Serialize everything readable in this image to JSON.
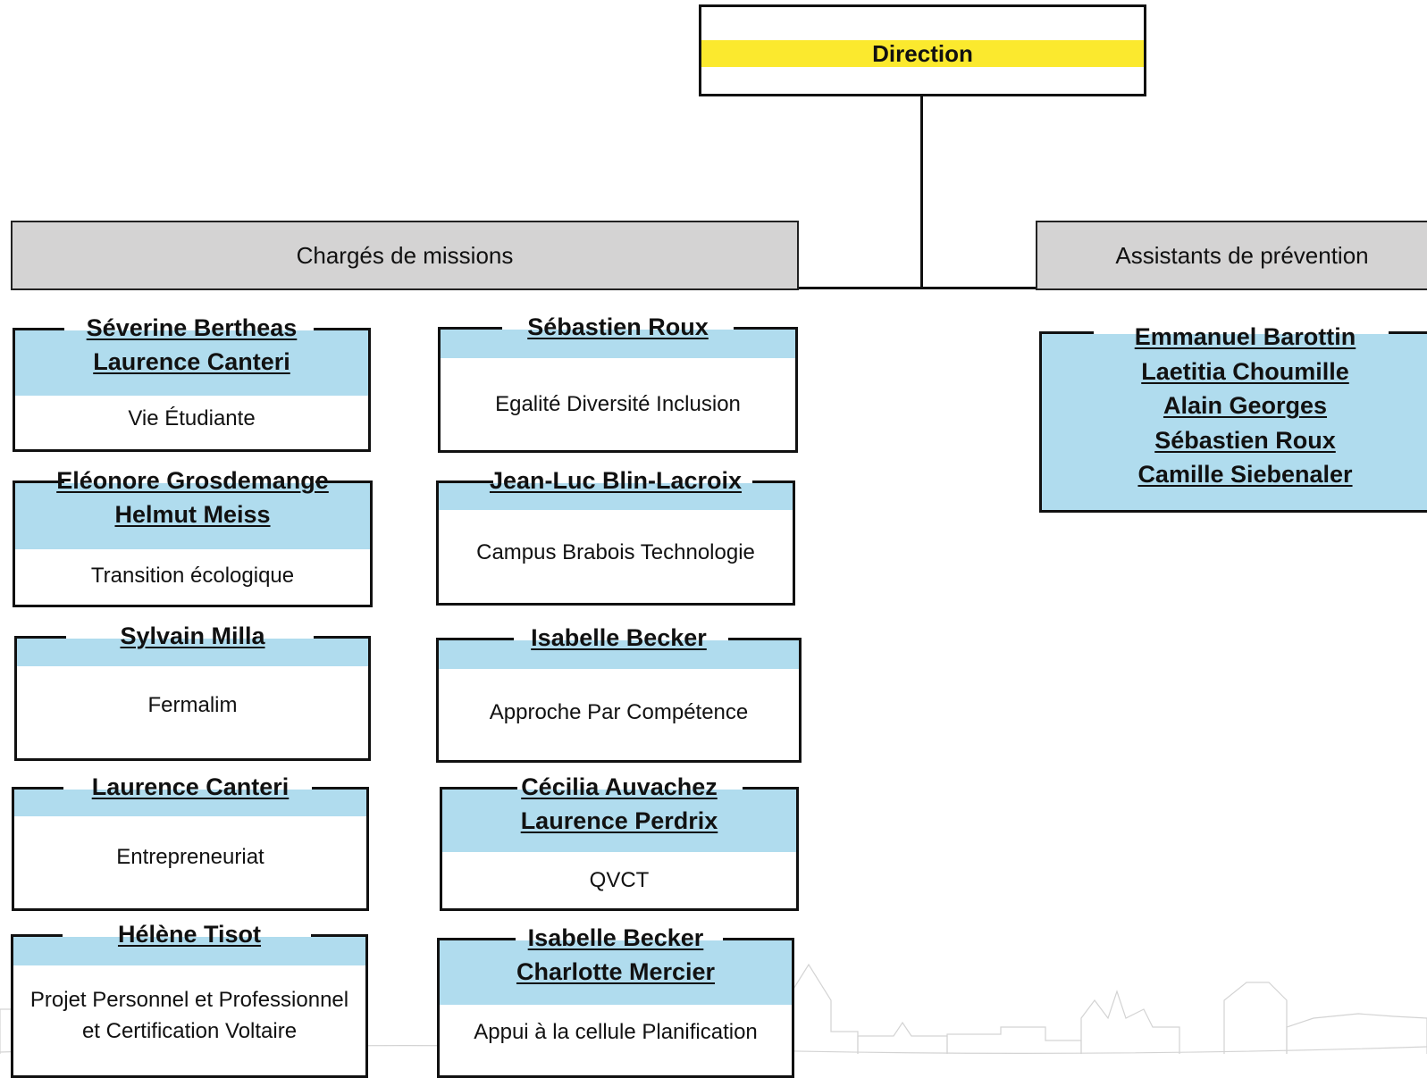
{
  "direction": {
    "label": "Direction"
  },
  "headers": {
    "missions": "Chargés de missions",
    "prevention": "Assistants de prévention"
  },
  "missions": [
    {
      "names": [
        "Séverine Bertheas",
        "Laurence Canteri"
      ],
      "topic": "Vie Étudiante"
    },
    {
      "names": [
        "Sébastien Roux"
      ],
      "topic": "Egalité Diversité Inclusion"
    },
    {
      "names": [
        "Eléonore Grosdemange",
        "Helmut Meiss"
      ],
      "topic": "Transition écologique"
    },
    {
      "names": [
        "Jean-Luc Blin-Lacroix"
      ],
      "topic": "Campus Brabois Technologie"
    },
    {
      "names": [
        "Sylvain Milla"
      ],
      "topic": "Fermalim"
    },
    {
      "names": [
        "Isabelle Becker"
      ],
      "topic": "Approche Par Compétence"
    },
    {
      "names": [
        "Laurence Canteri"
      ],
      "topic": "Entrepreneuriat"
    },
    {
      "names": [
        "Cécilia Auvachez",
        "Laurence Perdrix"
      ],
      "topic": "QVCT"
    },
    {
      "names": [
        "Hélène Tisot"
      ],
      "topic": "Projet Personnel et Professionnel",
      "topic2": "et Certification Voltaire"
    },
    {
      "names": [
        "Isabelle Becker",
        "Charlotte Mercier"
      ],
      "topic": "Appui à la cellule Planification"
    }
  ],
  "prevention": {
    "names": [
      "Emmanuel Barottin",
      "Laetitia Choumille",
      "Alain Georges",
      "Sébastien Roux",
      "Camille Siebenaler"
    ]
  }
}
